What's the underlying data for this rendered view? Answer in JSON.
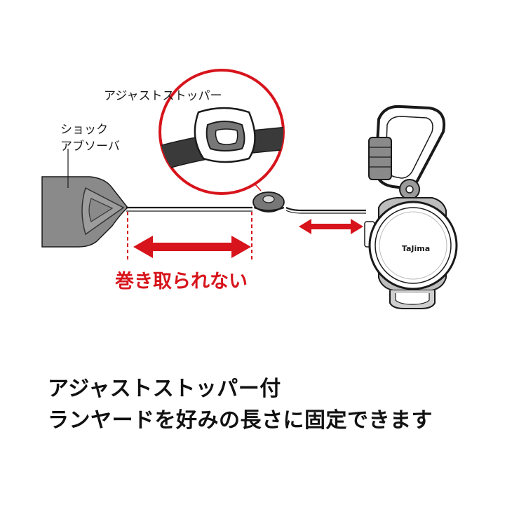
{
  "labels": {
    "adjust_stopper": "アジャストストッパー",
    "shock_absorber_line1": "ショック",
    "shock_absorber_line2": "アブソーバ",
    "not_retracted": "巻き取られない",
    "brand": "TaJima"
  },
  "caption": {
    "line1": "アジャストストッパー付",
    "line2": "ランヤードを好みの長さに固定できます"
  },
  "colors": {
    "accent_red": "#d7141c",
    "outline": "#1a1a1a",
    "absorber_gray": "#8a8a8a",
    "strap_dark": "#3a3a3a",
    "callout_circle": "#d7141c"
  },
  "icons": {
    "magnifier": "callout-circle",
    "arrows": "double-headed-arrow"
  }
}
